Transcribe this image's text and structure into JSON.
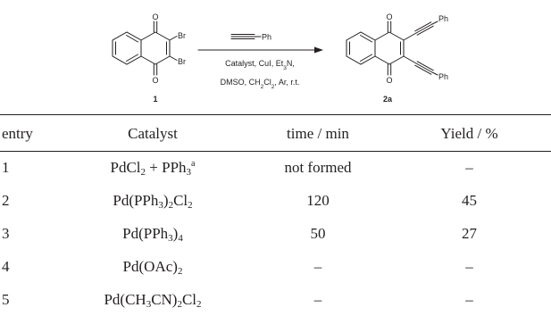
{
  "scheme": {
    "reactant_atoms": {
      "o_top": "O",
      "o_bottom": "O",
      "br_top": "Br",
      "br_bottom": "Br"
    },
    "reactant_label": "1",
    "reagent_above": "Ph",
    "reagents_line1": "Catalyst, CuI, Et3N,",
    "reagents_line2": "DMSO, CH2Cl2, Ar, r.t.",
    "product_atoms": {
      "o_top": "O",
      "o_bottom": "O",
      "ph_top": "Ph",
      "ph_bottom": "Ph"
    },
    "product_label": "2a"
  },
  "table": {
    "headers": [
      "entry",
      "Catalyst",
      "time / min",
      "Yield / %"
    ],
    "rows": [
      {
        "entry": "1",
        "catalyst": "PdCl2 + PPh3a",
        "time": "not formed",
        "yield": "–"
      },
      {
        "entry": "2",
        "catalyst": "Pd(PPh3)2Cl2",
        "time": "120",
        "yield": "45"
      },
      {
        "entry": "3",
        "catalyst": "Pd(PPh3)4",
        "time": "50",
        "yield": "27"
      },
      {
        "entry": "4",
        "catalyst": "Pd(OAc)2",
        "time": "–",
        "yield": "–"
      },
      {
        "entry": "5",
        "catalyst": "Pd(CH3CN)2Cl2",
        "time": "–",
        "yield": "–"
      }
    ]
  }
}
